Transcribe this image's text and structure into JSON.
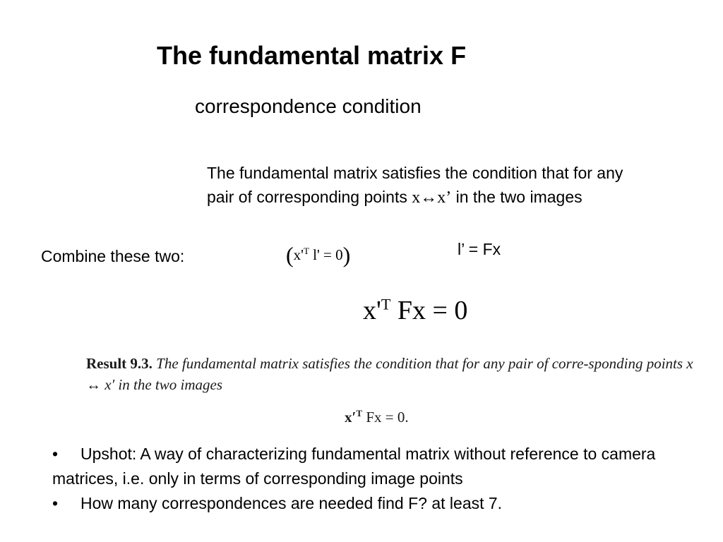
{
  "slide": {
    "title": "The fundamental matrix F",
    "subtitle": "correspondence condition",
    "paragraph": {
      "before": "The fundamental matrix satisfies the condition that for any pair of corresponding points ",
      "symbol": "x↔x’",
      "after": " in the two images"
    },
    "combine_label": "Combine these two:",
    "equation_small": {
      "open": "(",
      "base": "x'",
      "sup": "T",
      "rest": " l' = 0",
      "close": ")"
    },
    "line_equation": "l’ = Fx",
    "equation_big": {
      "base": "x'",
      "sup": "T",
      "rest": " Fx = 0"
    },
    "result_box": {
      "heading": "Result 9.3.",
      "text": " The fundamental matrix satisfies the condition that for any pair of corre-sponding points x ↔ x′ in the two images",
      "eq_base": "x′",
      "eq_sup": "T",
      "eq_rest": "Fx = 0."
    },
    "bullets": [
      "Upshot: A way of characterizing fundamental matrix without reference to camera matrices, i.e. only in terms of corresponding image points",
      "How many correspondences are needed find F? at least 7."
    ],
    "bullet_symbol": "•"
  }
}
